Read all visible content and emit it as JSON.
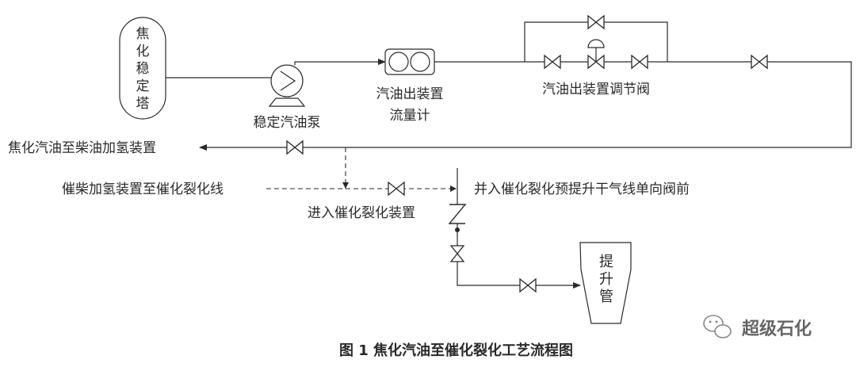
{
  "labels": {
    "stabilizer_tower": "焦化稳定塔",
    "pump": "稳定汽油泵",
    "flowmeter_line1": "汽油出装置",
    "flowmeter_line2": "流量计",
    "control_valve": "汽油出装置调节阀",
    "to_diesel": "焦化汽油至柴油加氢装置",
    "diesel_to_fcc": "催柴加氢装置至催化裂化线",
    "merge": "并入催化裂化预提升干气线单向阀前",
    "enter_fcc": "进入催化裂化装置",
    "riser": "提升管"
  },
  "caption": "图 1  焦化汽油至催化裂化工艺流程图",
  "watermark": "超级石化",
  "icons": [
    "gate-valve-icon",
    "control-valve-icon",
    "check-valve-icon",
    "pump-icon",
    "flowmeter-icon",
    "wechat-icon"
  ]
}
